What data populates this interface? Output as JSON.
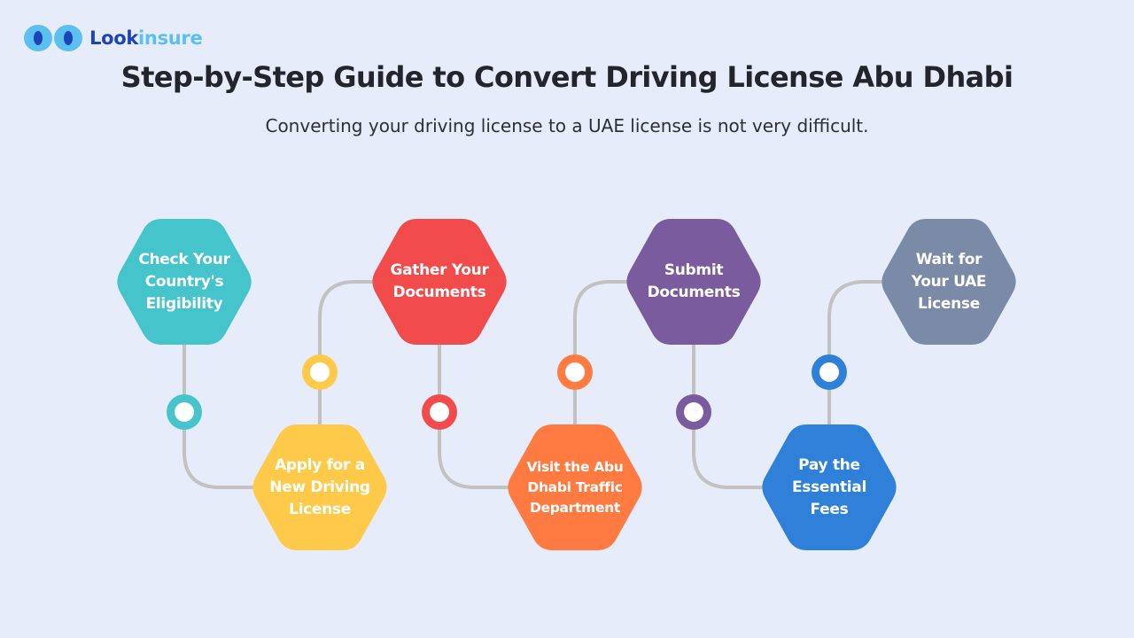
{
  "brand": {
    "part1": "Look",
    "part2": "insure"
  },
  "title": "Step-by-Step Guide to Convert Driving License Abu Dhabi",
  "subtitle": "Converting your driving license to a UAE license is not very difficult.",
  "colors": {
    "background": "#e6ecfa",
    "connector": "#c2c2c2",
    "step1": "#45c4cc",
    "step2": "#ffc94a",
    "step3": "#f24b4b",
    "step4": "#ff7b41",
    "step5": "#7a5c9e",
    "step6": "#2e80d8",
    "step7": "#7b8aa6"
  },
  "steps": [
    {
      "label_lines": [
        "Check Your",
        "Country's",
        "Eligibility"
      ],
      "color": "#45c4cc",
      "row": "top"
    },
    {
      "label_lines": [
        "Apply for a",
        "New Driving",
        "License"
      ],
      "color": "#ffc94a",
      "row": "bottom"
    },
    {
      "label_lines": [
        "Gather Your",
        "Documents"
      ],
      "color": "#f24b4b",
      "row": "top"
    },
    {
      "label_lines": [
        "Visit the Abu",
        "Dhabi Traffic",
        "Department"
      ],
      "color": "#ff7b41",
      "row": "bottom"
    },
    {
      "label_lines": [
        "Submit",
        "Documents"
      ],
      "color": "#7a5c9e",
      "row": "top"
    },
    {
      "label_lines": [
        "Pay the",
        "Essential",
        "Fees"
      ],
      "color": "#2e80d8",
      "row": "bottom"
    },
    {
      "label_lines": [
        "Wait for",
        "Your UAE",
        "License"
      ],
      "color": "#7b8aa6",
      "row": "top"
    }
  ]
}
